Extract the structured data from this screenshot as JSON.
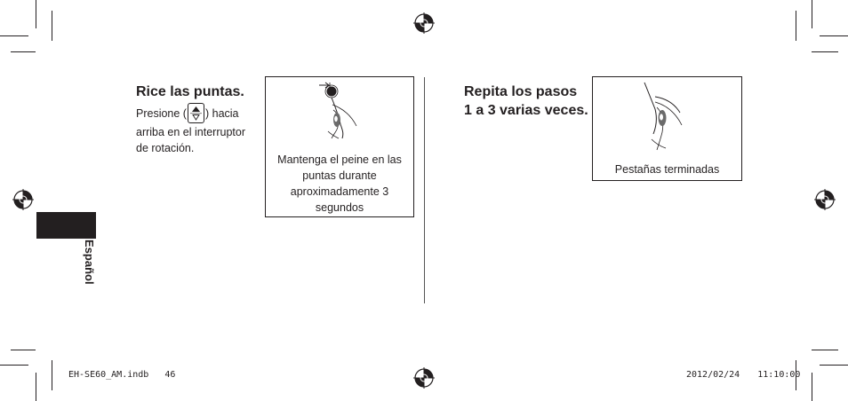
{
  "section_left": {
    "heading": "Rice las puntas.",
    "instruction_prefix": "Presione (",
    "instruction_suffix": ") hacia",
    "instruction_line2": "arriba en el interruptor",
    "instruction_line3": "de rotación.",
    "figure_caption": "Mantenga el peine en las puntas durante aproximadamente 3 segundos"
  },
  "section_right": {
    "heading_line1": "Repita los pasos",
    "heading_line2": "1 a 3 varias veces.",
    "figure_caption": "Pestañas terminadas"
  },
  "side_tab": {
    "label": "Español"
  },
  "footer": {
    "file": "EH-SE60_AM.indb",
    "page": "46",
    "date": "2012/02/24",
    "time": "11:10:00"
  }
}
